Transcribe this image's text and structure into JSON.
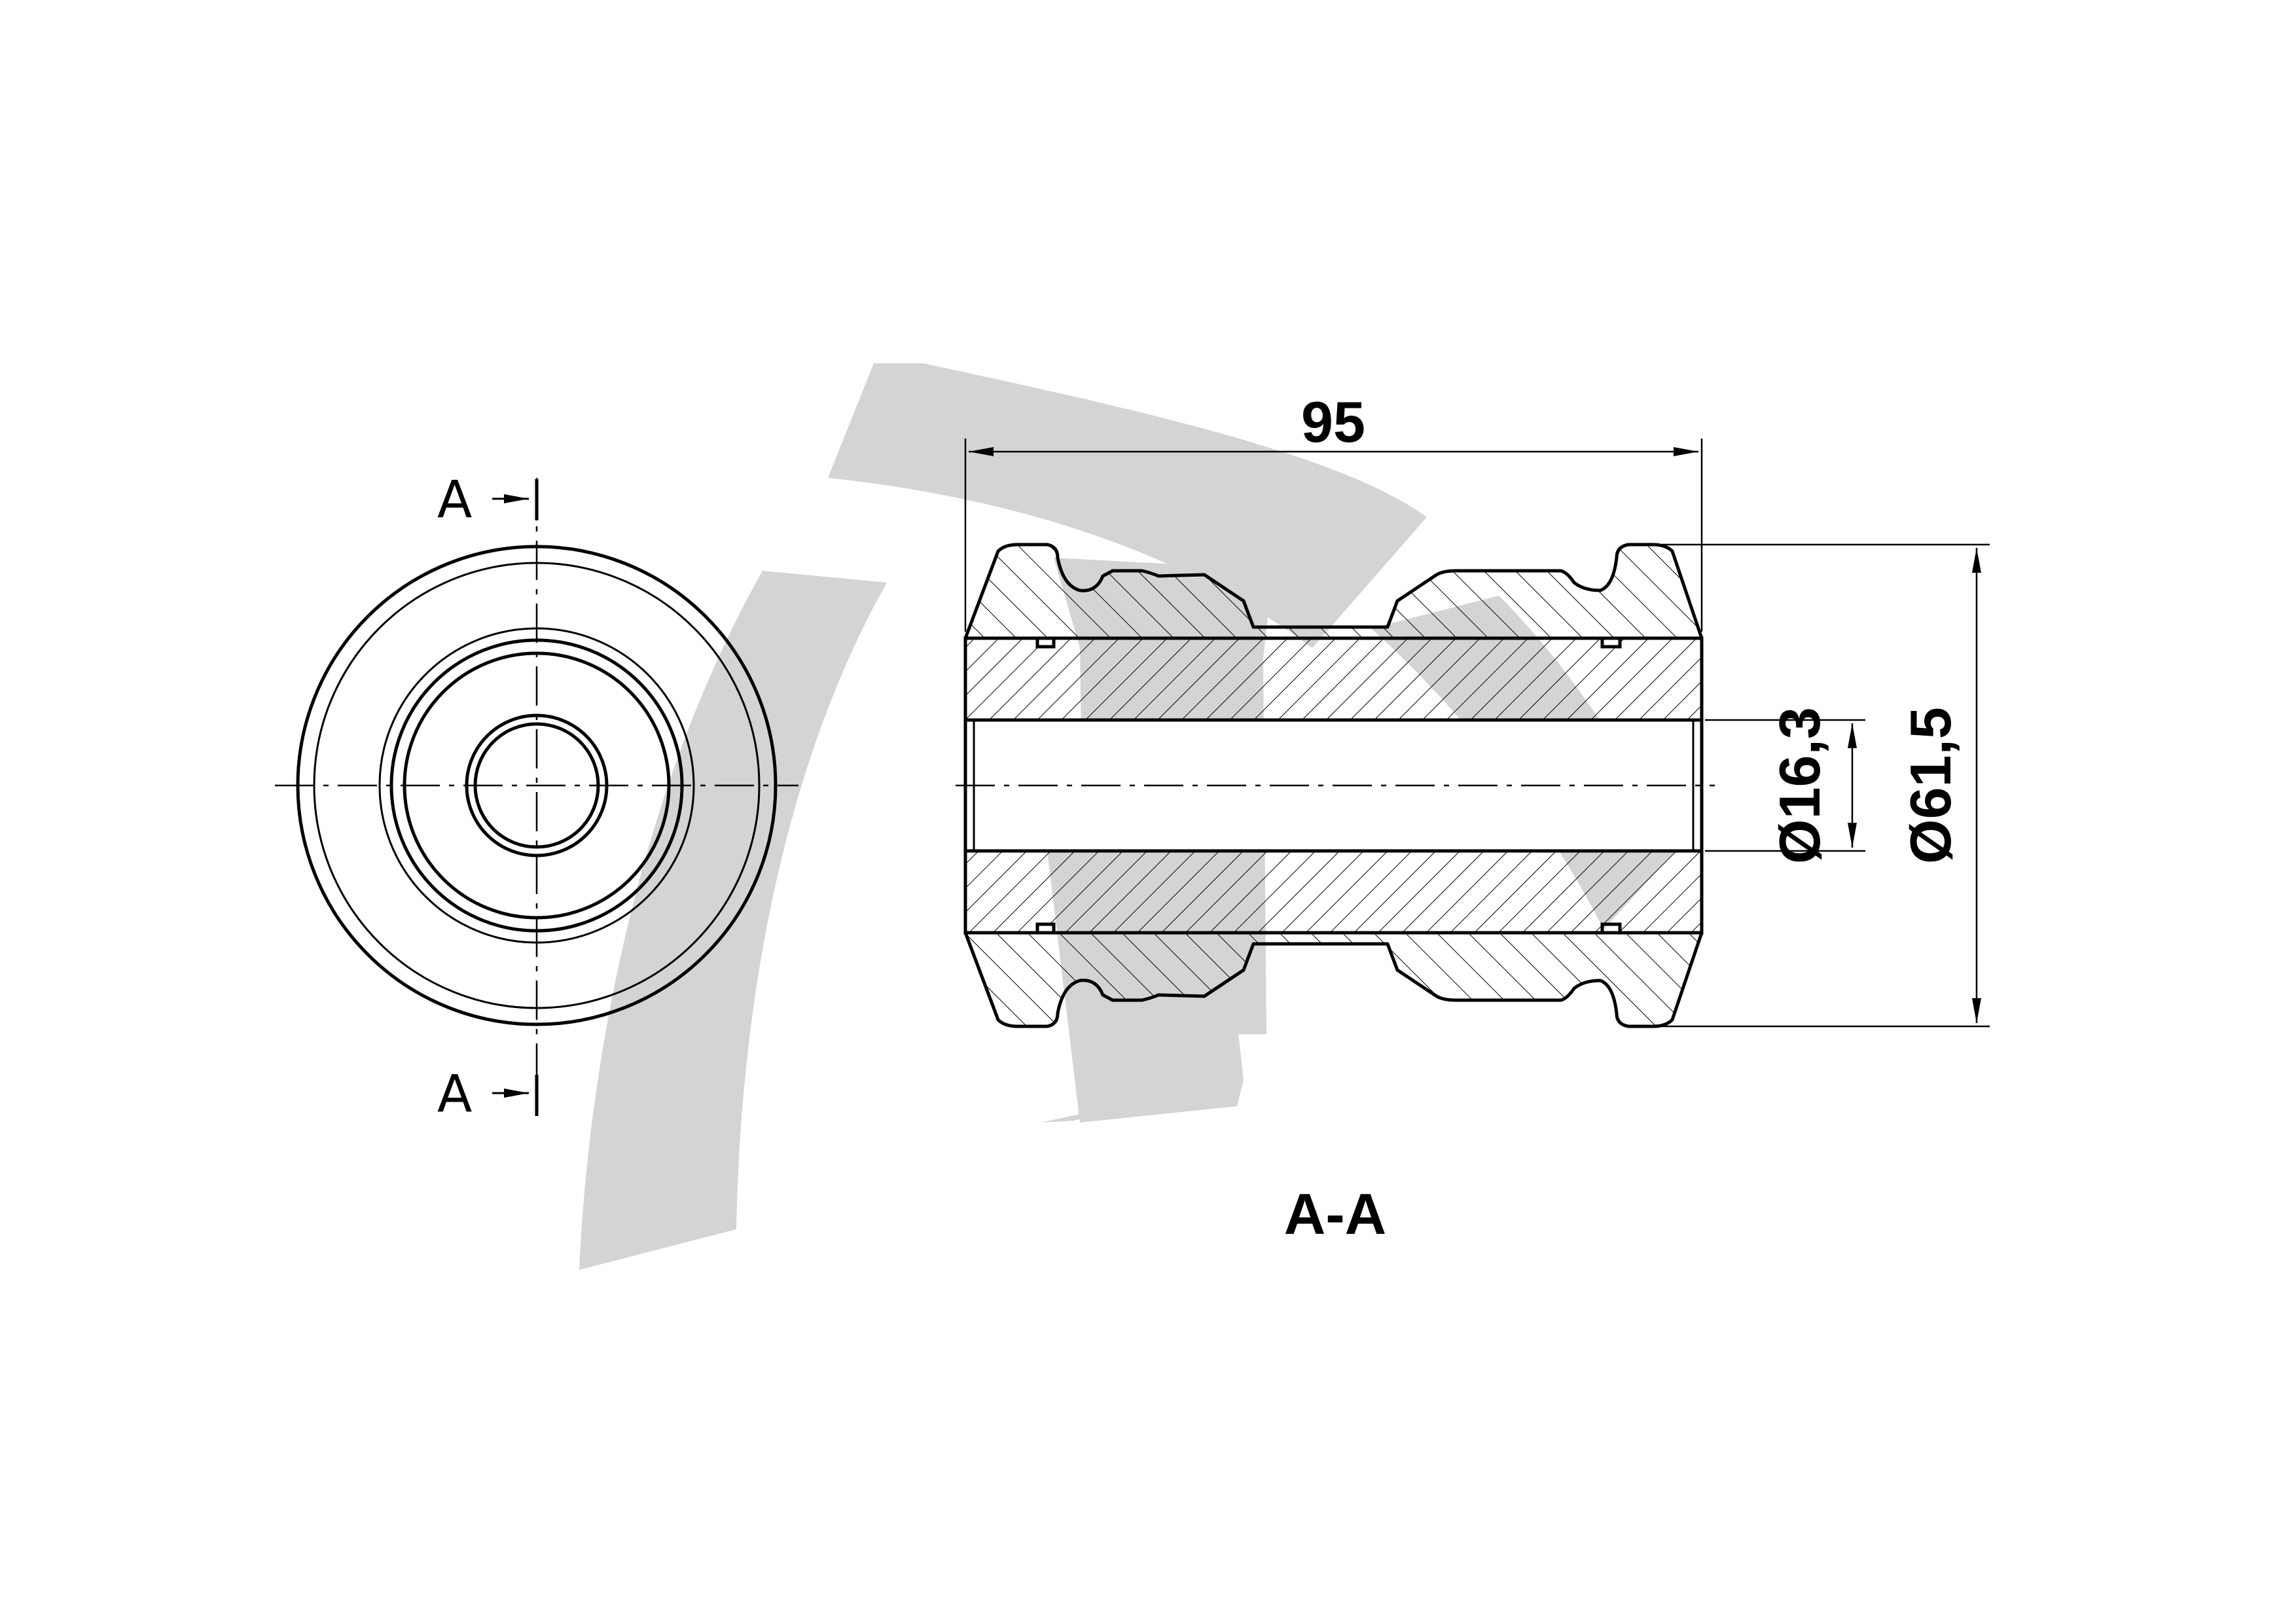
{
  "drawing": {
    "section_marker_top": "A",
    "section_marker_bottom": "A",
    "section_title": "A-A",
    "dimensions": {
      "length": "95",
      "inner_diameter": "Ø16,3",
      "outer_diameter": "Ø61,5"
    },
    "watermark": {
      "color": "#d4d4d4"
    },
    "line_color": "#000000"
  }
}
